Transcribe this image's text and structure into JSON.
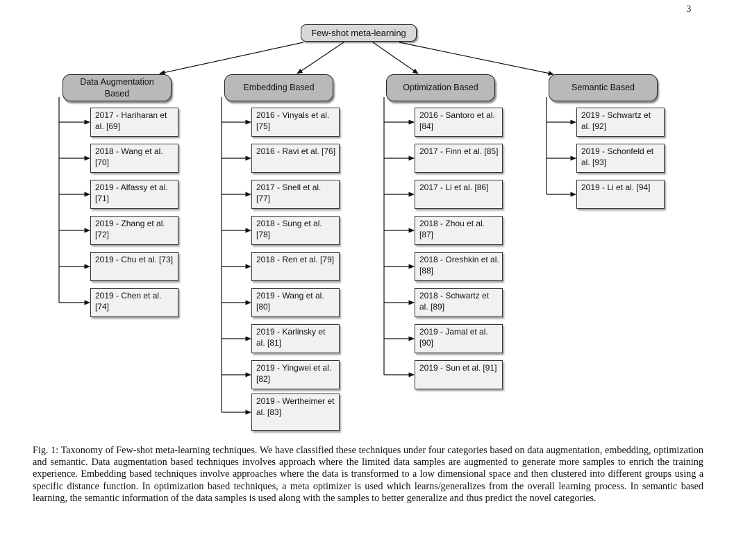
{
  "page_number": "3",
  "diagram": {
    "root_label": "Few-shot meta-learning",
    "categories": [
      {
        "label": "Data Augmentation Based",
        "items": [
          "2017 - Hariharan et al. [69]",
          "2018 - Wang et al. [70]",
          "2019 - Alfassy et al. [71]",
          "2019 - Zhang et al. [72]",
          "2019 - Chu et al. [73]",
          "2019 - Chen et al. [74]"
        ]
      },
      {
        "label": "Embedding Based",
        "items": [
          "2016 - Vinyals et al. [75]",
          "2016 - Ravi et al. [76]",
          "2017 - Snell et al. [77]",
          "2018 - Sung et al. [78]",
          "2018 - Ren et al. [79]",
          "2019 - Wang et al. [80]",
          "2019 - Karlinsky et al. [81]",
          "2019 - Yingwei et al. [82]",
          "2019 - Wertheimer et al. [83]"
        ]
      },
      {
        "label": "Optimization Based",
        "items": [
          "2016 - Santoro et al. [84]",
          "2017 - Finn et al. [85]",
          "2017 - Li et al. [86]",
          "2018 - Zhou et al. [87]",
          "2018 - Oreshkin et al. [88]",
          "2018 - Schwartz et al. [89]",
          "2019 - Jamal et al. [90]",
          "2019 - Sun et al. [91]"
        ]
      },
      {
        "label": "Semantic Based",
        "items": [
          "2019 - Schwartz et al. [92]",
          "2019 - Schonfeld et al. [93]",
          "2019 - Li et al. [94]"
        ]
      }
    ]
  },
  "caption": "Fig. 1: Taxonomy of Few-shot meta-learning techniques. We have classified these techniques under four categories based on data augmentation, embedding, optimization and semantic. Data augmentation based techniques involves approach where the limited data samples are augmented to generate more samples to enrich the training experience. Embedding based techniques involve approaches where the data is transformed to a low dimensional space and then clustered into different groups using a specific distance function. In optimization based techniques, a meta optimizer is used which learns/generalizes from the overall learning process. In semantic based learning, the semantic information of the data samples is used along with the samples to better generalize and thus predict the novel categories.",
  "colors": {
    "root_fill": "#d8d8d8",
    "category_fill": "#b9b9b9",
    "leaf_fill": "#f1f1f1",
    "line": "#111111"
  }
}
